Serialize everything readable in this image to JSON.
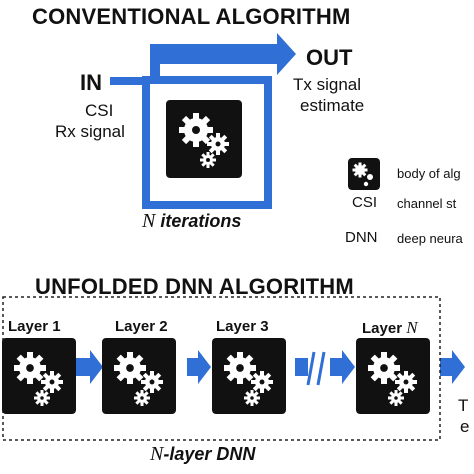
{
  "conventional": {
    "title": "CONVENTIONAL ALGORITHM",
    "in_label": "IN",
    "inputs": [
      "CSI",
      "Rx signal"
    ],
    "out_label": "OUT",
    "outputs": [
      "Tx signal",
      "estimate"
    ],
    "iterations_N": "N",
    "iterations_text": " iterations"
  },
  "legend": {
    "items": [
      {
        "key_icon": "gears-icon",
        "text": "body of alg"
      },
      {
        "key": "CSI",
        "text": "channel st"
      },
      {
        "key": "DNN",
        "text": "deep neura"
      }
    ]
  },
  "unfolded": {
    "title": "UNFOLDED DNN ALGORITHM",
    "layers": [
      "Layer 1",
      "Layer 2",
      "Layer 3",
      "Layer "
    ],
    "last_layer_N": "N",
    "output_partial": [
      "T",
      "e"
    ],
    "footer_N": "N",
    "footer_text": "-layer DNN"
  },
  "colors": {
    "accent_blue": "#2f6fd6",
    "box_black": "#111111"
  }
}
